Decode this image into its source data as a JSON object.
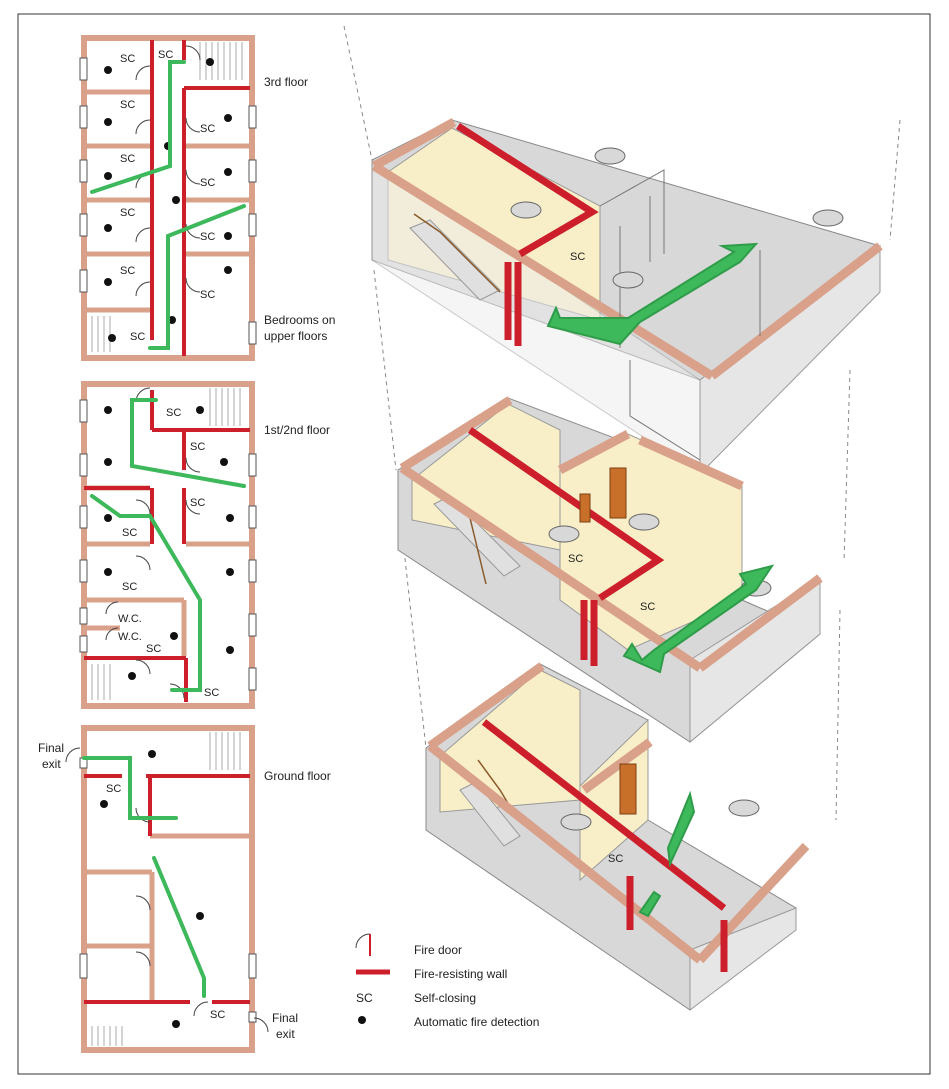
{
  "colors": {
    "outer_wall": "#d9a08a",
    "fire_wall": "#cc1f2b",
    "escape_route": "#3db85a",
    "room_floor": "#d8d8d8",
    "room_wall_tint": "#f8efc8"
  },
  "floor_labels": {
    "third": "3rd floor",
    "bedrooms_line1": "Bedrooms on",
    "bedrooms_line2": "upper floors",
    "first_second": "1st/2nd floor",
    "ground": "Ground floor"
  },
  "exits": {
    "left_line1": "Final",
    "left_line2": "exit",
    "right_line1": "Final",
    "right_line2": "exit"
  },
  "plan_labels": {
    "sc": "SC",
    "wc": "W.C."
  },
  "legend": {
    "items": [
      {
        "symbol": "door",
        "text": "Fire door"
      },
      {
        "symbol": "wall",
        "text": "Fire-resisting wall"
      },
      {
        "symbol": "sc",
        "label": "SC",
        "text": "Self-closing"
      },
      {
        "symbol": "dot",
        "text": "Automatic fire detection"
      }
    ]
  }
}
